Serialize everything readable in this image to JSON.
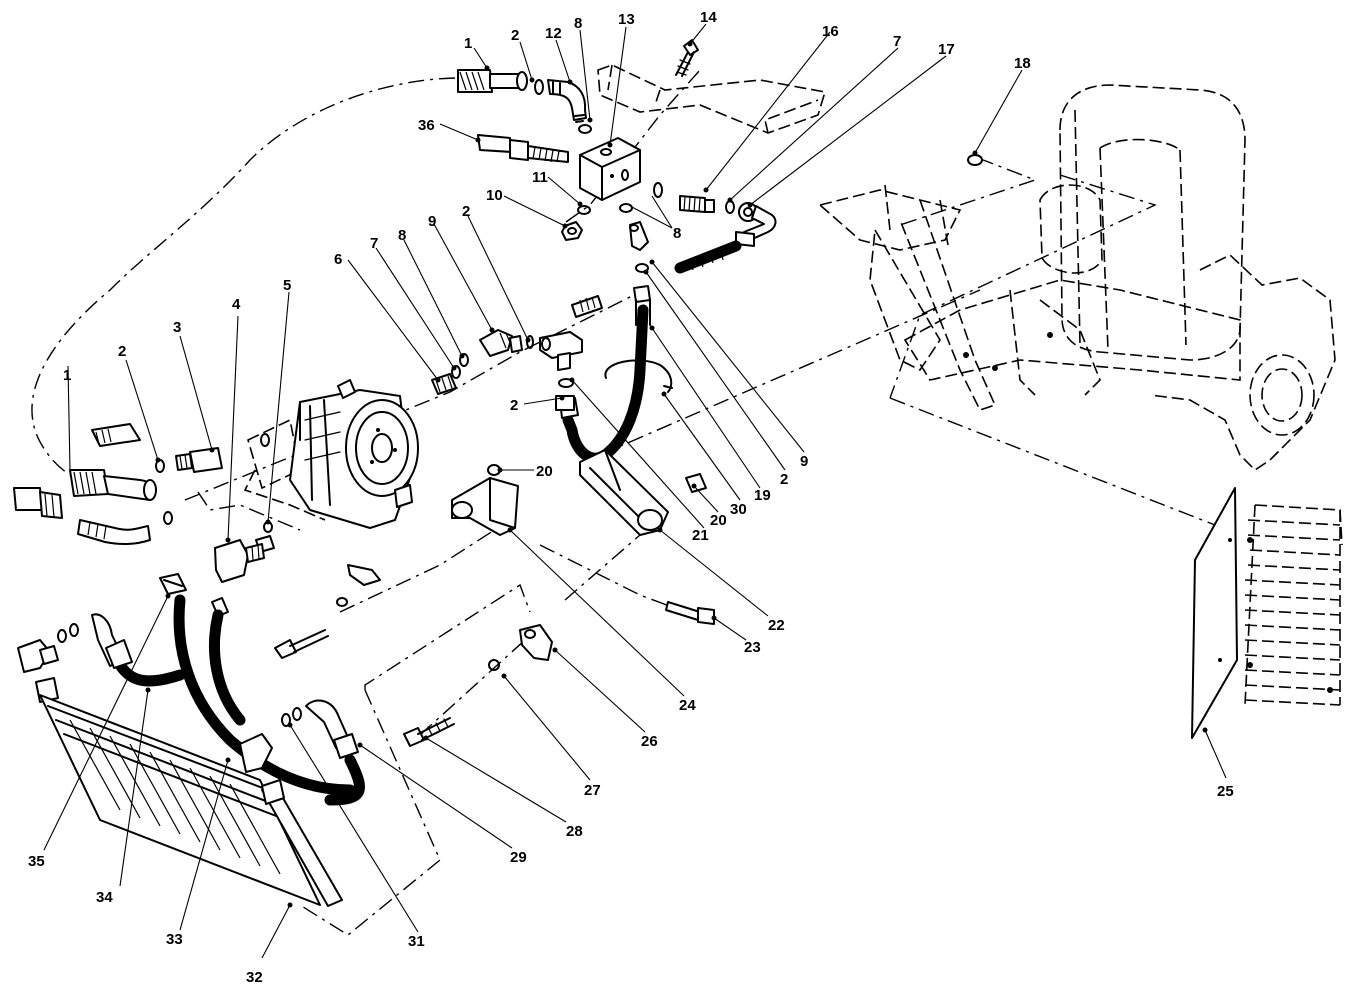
{
  "callouts": [
    {
      "id": "c1a",
      "text": "1"
    },
    {
      "id": "c2a",
      "text": "2"
    },
    {
      "id": "c12",
      "text": "12"
    },
    {
      "id": "c8a",
      "text": "8"
    },
    {
      "id": "c13",
      "text": "13"
    },
    {
      "id": "c14",
      "text": "14"
    },
    {
      "id": "c16",
      "text": "16"
    },
    {
      "id": "c7a",
      "text": "7"
    },
    {
      "id": "c17",
      "text": "17"
    },
    {
      "id": "c18",
      "text": "18"
    },
    {
      "id": "c36",
      "text": "36"
    },
    {
      "id": "c11",
      "text": "11"
    },
    {
      "id": "c10",
      "text": "10"
    },
    {
      "id": "c8b",
      "text": "8"
    },
    {
      "id": "c2b",
      "text": "2"
    },
    {
      "id": "c9a",
      "text": "9"
    },
    {
      "id": "c8c",
      "text": "8"
    },
    {
      "id": "c7b",
      "text": "7"
    },
    {
      "id": "c6",
      "text": "6"
    },
    {
      "id": "c5",
      "text": "5"
    },
    {
      "id": "c4",
      "text": "4"
    },
    {
      "id": "c3",
      "text": "3"
    },
    {
      "id": "c2c",
      "text": "2"
    },
    {
      "id": "c1b",
      "text": "1"
    },
    {
      "id": "c2d",
      "text": "2"
    },
    {
      "id": "c20a",
      "text": "20"
    },
    {
      "id": "c21",
      "text": "21"
    },
    {
      "id": "c20b",
      "text": "20"
    },
    {
      "id": "c30",
      "text": "30"
    },
    {
      "id": "c19",
      "text": "19"
    },
    {
      "id": "c2e",
      "text": "2"
    },
    {
      "id": "c9b",
      "text": "9"
    },
    {
      "id": "c22",
      "text": "22"
    },
    {
      "id": "c23",
      "text": "23"
    },
    {
      "id": "c24",
      "text": "24"
    },
    {
      "id": "c26",
      "text": "26"
    },
    {
      "id": "c27",
      "text": "27"
    },
    {
      "id": "c28",
      "text": "28"
    },
    {
      "id": "c29",
      "text": "29"
    },
    {
      "id": "c31",
      "text": "31"
    },
    {
      "id": "c32",
      "text": "32"
    },
    {
      "id": "c33",
      "text": "33"
    },
    {
      "id": "c34",
      "text": "34"
    },
    {
      "id": "c35",
      "text": "35"
    },
    {
      "id": "c25",
      "text": "25"
    }
  ]
}
